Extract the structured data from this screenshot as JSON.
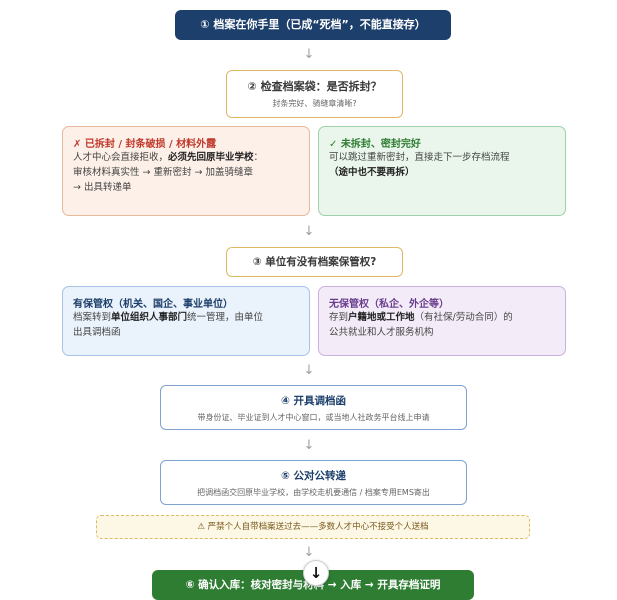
{
  "step1": {
    "label": "① 档案在你手里（已成“死档”，不能直接存）"
  },
  "arrows": [
    "↓",
    "↓",
    "↓",
    "↓",
    "↓"
  ],
  "step2": {
    "title": "② 检查档案袋：是否拆封？",
    "subtitle": "封条完好、骑缝章清晰?"
  },
  "branch_opened": {
    "heading": "✗ 已拆封 / 封条破损 / 材料外露",
    "line1_a": "人才中心会直接拒收，",
    "line1_b": "必须先回原毕业学校",
    "line1_c": "：",
    "line2": "审核材料真实性 → 重新密封 → 加盖骑缝章",
    "line3": "→ 出具转递单"
  },
  "branch_sealed": {
    "heading": "✓ 未拆封、密封完好",
    "line1": "可以跳过重新密封，直接走下一步存档流程",
    "line2": "（途中也不要再拆）"
  },
  "step3": {
    "title": "③ 单位有没有档案保管权?"
  },
  "branch_has_right": {
    "heading": "有保管权（机关、国企、事业单位）",
    "line1_a": "档案转到",
    "line1_b": "单位组织人事部门",
    "line1_c": "统一管理，由单位",
    "line2": "出具调档函"
  },
  "branch_no_right": {
    "heading": "无保管权（私企、外企等）",
    "line1_a": "存到",
    "line1_b": "户籍地或工作地",
    "line1_c": "（有社保/劳动合同）的",
    "line2": "公共就业和人才服务机构"
  },
  "step4": {
    "title": "④ 开具调档函",
    "subtitle": "带身份证、毕业证到人才中心窗口，或当地人社政务平台线上申请"
  },
  "step5": {
    "title": "⑤ 公对公转递",
    "subtitle": "把调档函交回原毕业学校，由学校走机要通信 / 档案专用EMS寄出"
  },
  "warning": {
    "text": "⚠ 严禁个人自带档案送过去——多数人才中心不接受个人送档"
  },
  "step6": {
    "label": "⑥ 确认入库：核对密封与材料 → 入库 → 开具存档证明"
  },
  "overlay_button": {
    "glyph": "↓",
    "icon": "arrow-down-icon"
  },
  "colors": {
    "navy": "#1d3f6b",
    "green": "#2e7d32",
    "gold_border": "#e0b866",
    "red": "#c0392b",
    "purple": "#6a3c8e"
  }
}
